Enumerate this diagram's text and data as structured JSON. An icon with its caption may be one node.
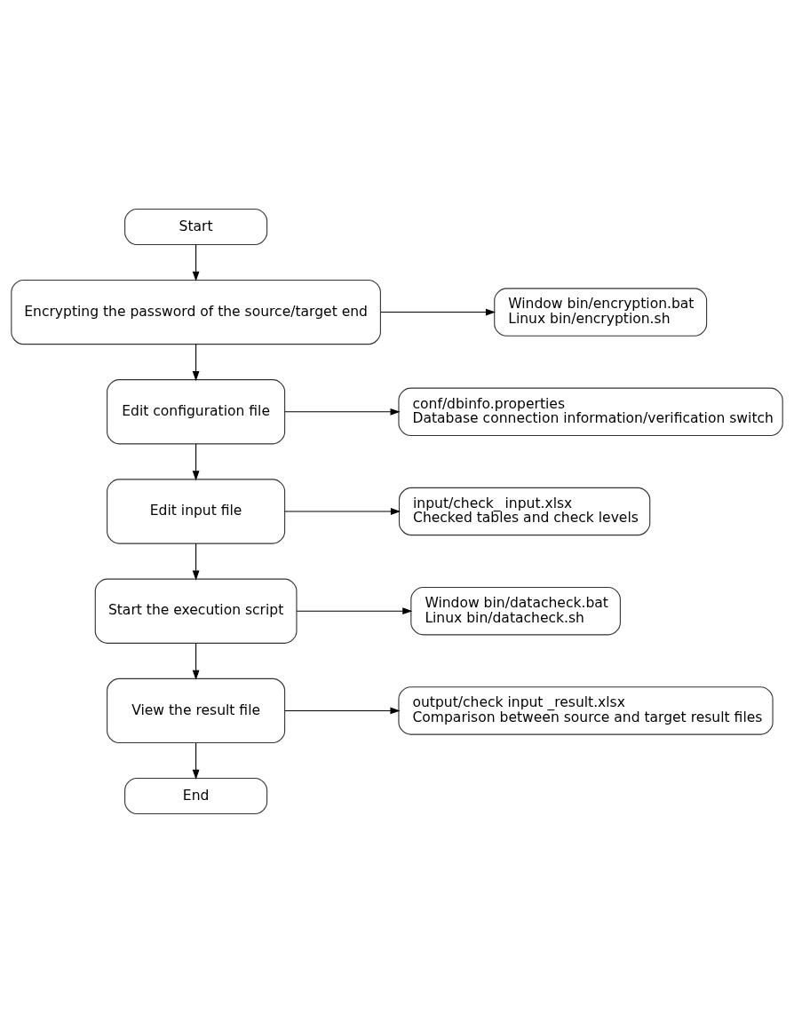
{
  "diagram": {
    "nodes": [
      {
        "text": [
          "Start"
        ]
      },
      {
        "text": [
          "Encrypting the password of the source/target end"
        ]
      },
      {
        "text": [
          "Window bin/encryption.bat",
          "Linux bin/encryption.sh"
        ]
      },
      {
        "text": [
          "Edit configuration file"
        ]
      },
      {
        "text": [
          "conf/dbinfo.properties",
          "Database connection information/verification switch"
        ]
      },
      {
        "text": [
          "Edit input file"
        ]
      },
      {
        "text": [
          "input/check_ input.xlsx",
          "Checked tables and check levels"
        ]
      },
      {
        "text": [
          "Start the execution script"
        ]
      },
      {
        "text": [
          "Window bin/datacheck.bat",
          "Linux bin/datacheck.sh"
        ]
      },
      {
        "text": [
          "View the result file"
        ]
      },
      {
        "text": [
          "output/check input _result.xlsx",
          "Comparison between source and target result files"
        ]
      },
      {
        "text": [
          "End"
        ]
      }
    ],
    "edges": [
      {
        "from": 0,
        "to": 1,
        "arrow": "to"
      },
      {
        "from": 1,
        "to": 2,
        "arrow": "to"
      },
      {
        "from": 1,
        "to": 3,
        "arrow": "to"
      },
      {
        "from": 3,
        "to": 4,
        "arrow": "to"
      },
      {
        "from": 3,
        "to": 5,
        "arrow": "to"
      },
      {
        "from": 5,
        "to": 6,
        "arrow": "to"
      },
      {
        "from": 5,
        "to": 7,
        "arrow": "to"
      },
      {
        "from": 7,
        "to": 8,
        "arrow": "to"
      },
      {
        "from": 7,
        "to": 9,
        "arrow": "to"
      },
      {
        "from": 9,
        "to": 10,
        "arrow": "to"
      },
      {
        "from": 9,
        "to": 11,
        "arrow": "to"
      }
    ]
  }
}
